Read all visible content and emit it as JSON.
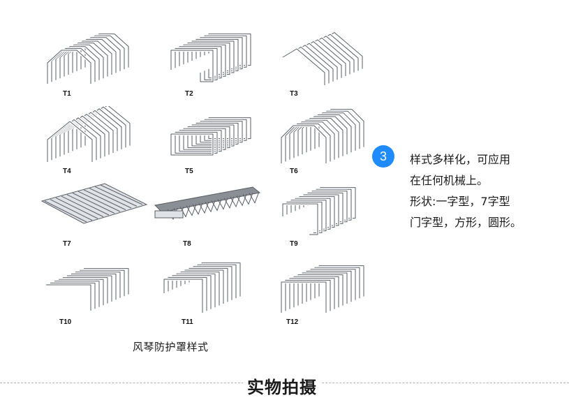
{
  "styles": [
    {
      "code": "T1",
      "shape": "arch"
    },
    {
      "code": "T2",
      "shape": "channel"
    },
    {
      "code": "T3",
      "shape": "angle"
    },
    {
      "code": "T4",
      "shape": "peak"
    },
    {
      "code": "T5",
      "shape": "box"
    },
    {
      "code": "T6",
      "shape": "trapezoid"
    },
    {
      "code": "T7",
      "shape": "flat"
    },
    {
      "code": "T8",
      "shape": "rail"
    },
    {
      "code": "T9",
      "shape": "hook"
    },
    {
      "code": "T10",
      "shape": "l-flat"
    },
    {
      "code": "T11",
      "shape": "channel-wide"
    },
    {
      "code": "T12",
      "shape": "door"
    }
  ],
  "caption": "风琴防护罩样式",
  "feature": {
    "badge": "3",
    "lines": [
      "样式多样化，可应用",
      "在任何机械上。",
      "形状:一字型，7字型",
      "门字型，方形，圆形。"
    ]
  },
  "section_title": "实物拍摄",
  "colors": {
    "accent": "#1f8bff",
    "fold_fill": "#dfe3e8",
    "fold_stroke": "#5a5f66"
  }
}
